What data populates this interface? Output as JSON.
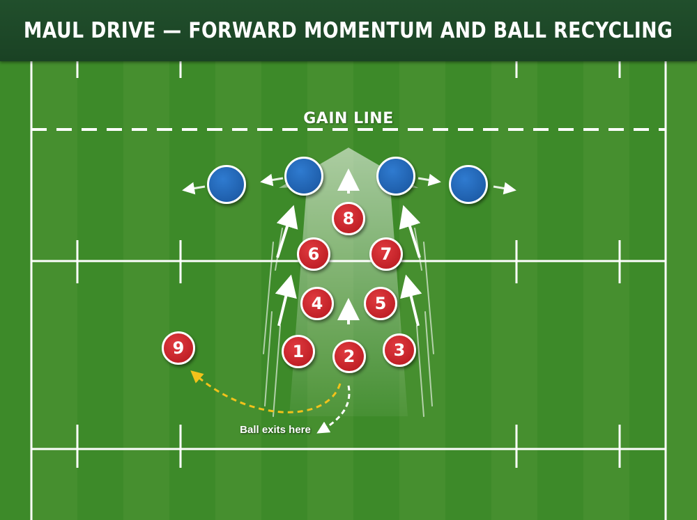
{
  "title": "MAUL DRIVE — FORWARD MOMENTUM AND BALL RECYCLING",
  "gain_line_label": "GAIN LINE",
  "ball_exit_label": "Ball exits here",
  "colors": {
    "attacker": "#c9222a",
    "defender": "#2166b8",
    "header": "#1e4a28",
    "pitch": "#3f8a2a",
    "ball_path": "#f2c21b"
  },
  "attackers": [
    {
      "number": "1"
    },
    {
      "number": "2"
    },
    {
      "number": "3"
    },
    {
      "number": "4"
    },
    {
      "number": "5"
    },
    {
      "number": "6"
    },
    {
      "number": "7"
    },
    {
      "number": "8"
    },
    {
      "number": "9"
    }
  ],
  "defenders_count": 4
}
